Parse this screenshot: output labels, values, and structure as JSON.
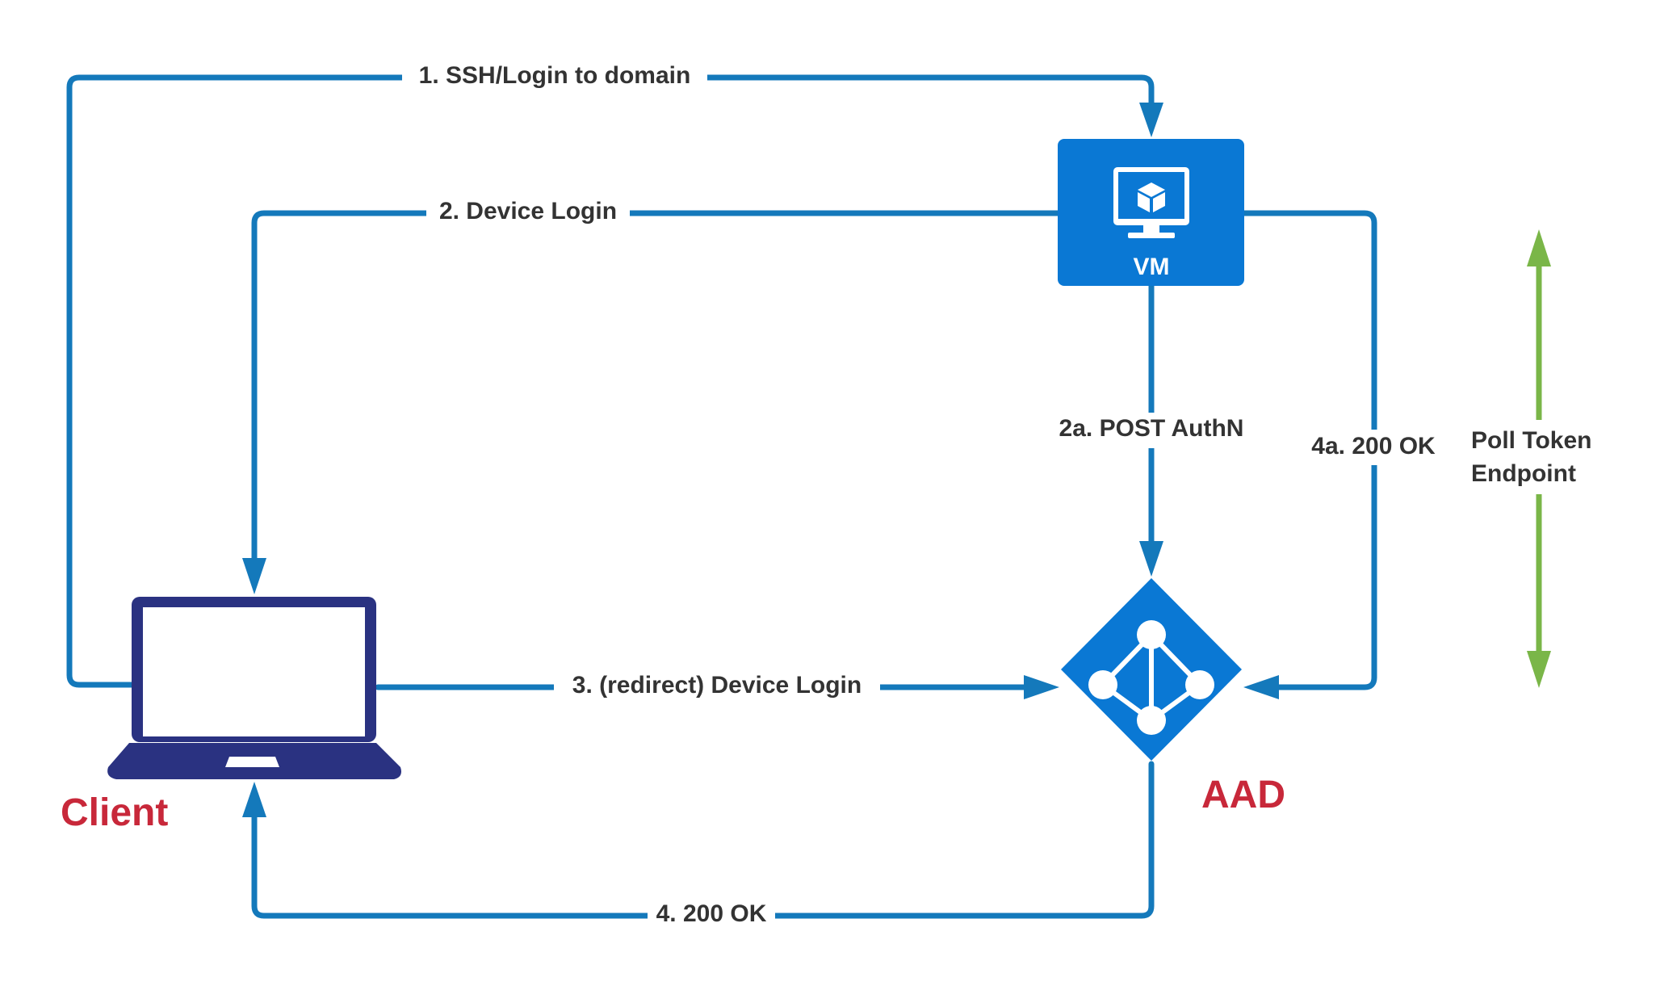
{
  "nodes": {
    "client": {
      "label": "Client",
      "label_color": "#c8283a",
      "icon": "laptop-icon",
      "icon_color": "#2a3281"
    },
    "vm": {
      "label": "VM",
      "icon": "monitor-cube-icon",
      "box_color": "#0a78d4"
    },
    "aad": {
      "label": "AAD",
      "label_color": "#c8283a",
      "icon": "azure-ad-diamond-icon",
      "color": "#0a78d4"
    }
  },
  "edges": {
    "step1": {
      "label": "1. SSH/Login to domain",
      "from": "client",
      "to": "vm"
    },
    "step2": {
      "label": "2. Device Login",
      "from": "vm",
      "to": "client"
    },
    "step2a": {
      "label": "2a. POST AuthN",
      "from": "vm",
      "to": "aad"
    },
    "step3": {
      "label": "3. (redirect) Device Login",
      "from": "client",
      "to": "aad"
    },
    "step4": {
      "label": "4. 200 OK",
      "from": "aad",
      "to": "client"
    },
    "step4a": {
      "label": "4a. 200 OK",
      "from": "vm",
      "to": "aad"
    }
  },
  "poll": {
    "line1": "Poll Token",
    "line2": "Endpoint",
    "color": "#7ab648"
  },
  "colors": {
    "connector": "#1479bb",
    "label_text": "#333333"
  }
}
